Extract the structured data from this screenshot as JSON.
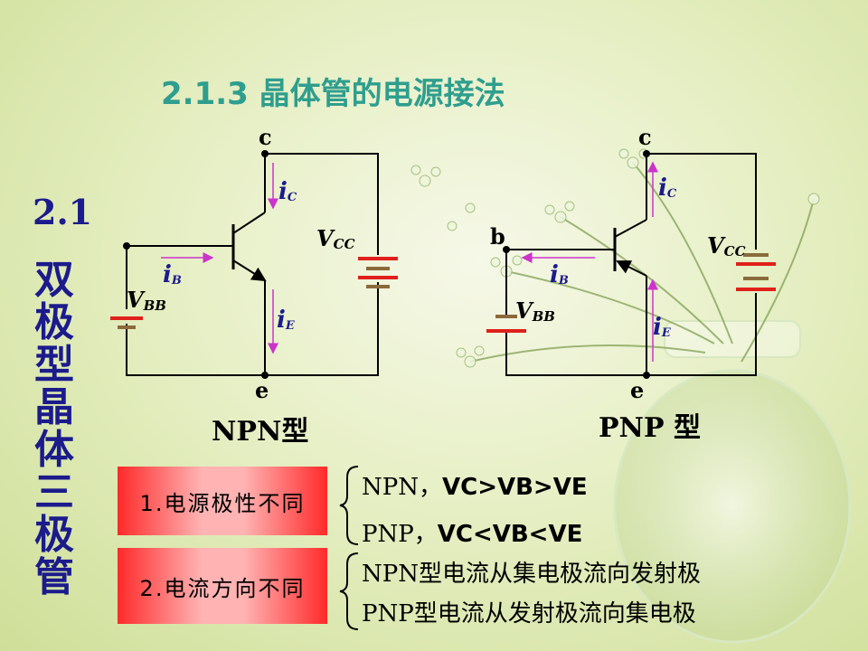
{
  "title": "2.1.3 晶体管的电源接法",
  "section": {
    "number": "2.1",
    "title": "双极型晶体三极管"
  },
  "npn": {
    "label_c": "c",
    "label_e": "e",
    "label_vcc": "V",
    "label_vcc_sub": "CC",
    "label_vbb": "V",
    "label_vbb_sub": "BB",
    "label_ic": "i",
    "label_ic_sub": "C",
    "label_ib": "i",
    "label_ib_sub": "B",
    "label_ie": "i",
    "label_ie_sub": "E",
    "type_label": "NPN型"
  },
  "pnp": {
    "label_c": "c",
    "label_b": "b",
    "label_e": "e",
    "label_vcc": "V",
    "label_vcc_sub": "CC",
    "label_vbb": "V",
    "label_vbb_sub": "BB",
    "label_ic": "i",
    "label_ic_sub": "C",
    "label_ib": "i",
    "label_ib_sub": "B",
    "label_ie": "i",
    "label_ie_sub": "E",
    "type_label": "PNP 型"
  },
  "rules": [
    {
      "box": "1.电源极性不同",
      "line1_prefix": "NPN，",
      "line1_bold": "VC>VB>VE",
      "line2_prefix": "PNP，",
      "line2_bold": "VC<VB<VE"
    },
    {
      "box": "2.电流方向不同",
      "line1": "NPN型电流从集电极流向发射极",
      "line2": "PNP型电流从发射极流向集电极"
    }
  ],
  "colors": {
    "title": "#2e9e8e",
    "section": "#1b1b8c",
    "current_arrow": "#cc33cc",
    "current_label": "#1b1b8c",
    "battery_long": "#e0201a",
    "battery_short": "#8b6a3a"
  }
}
